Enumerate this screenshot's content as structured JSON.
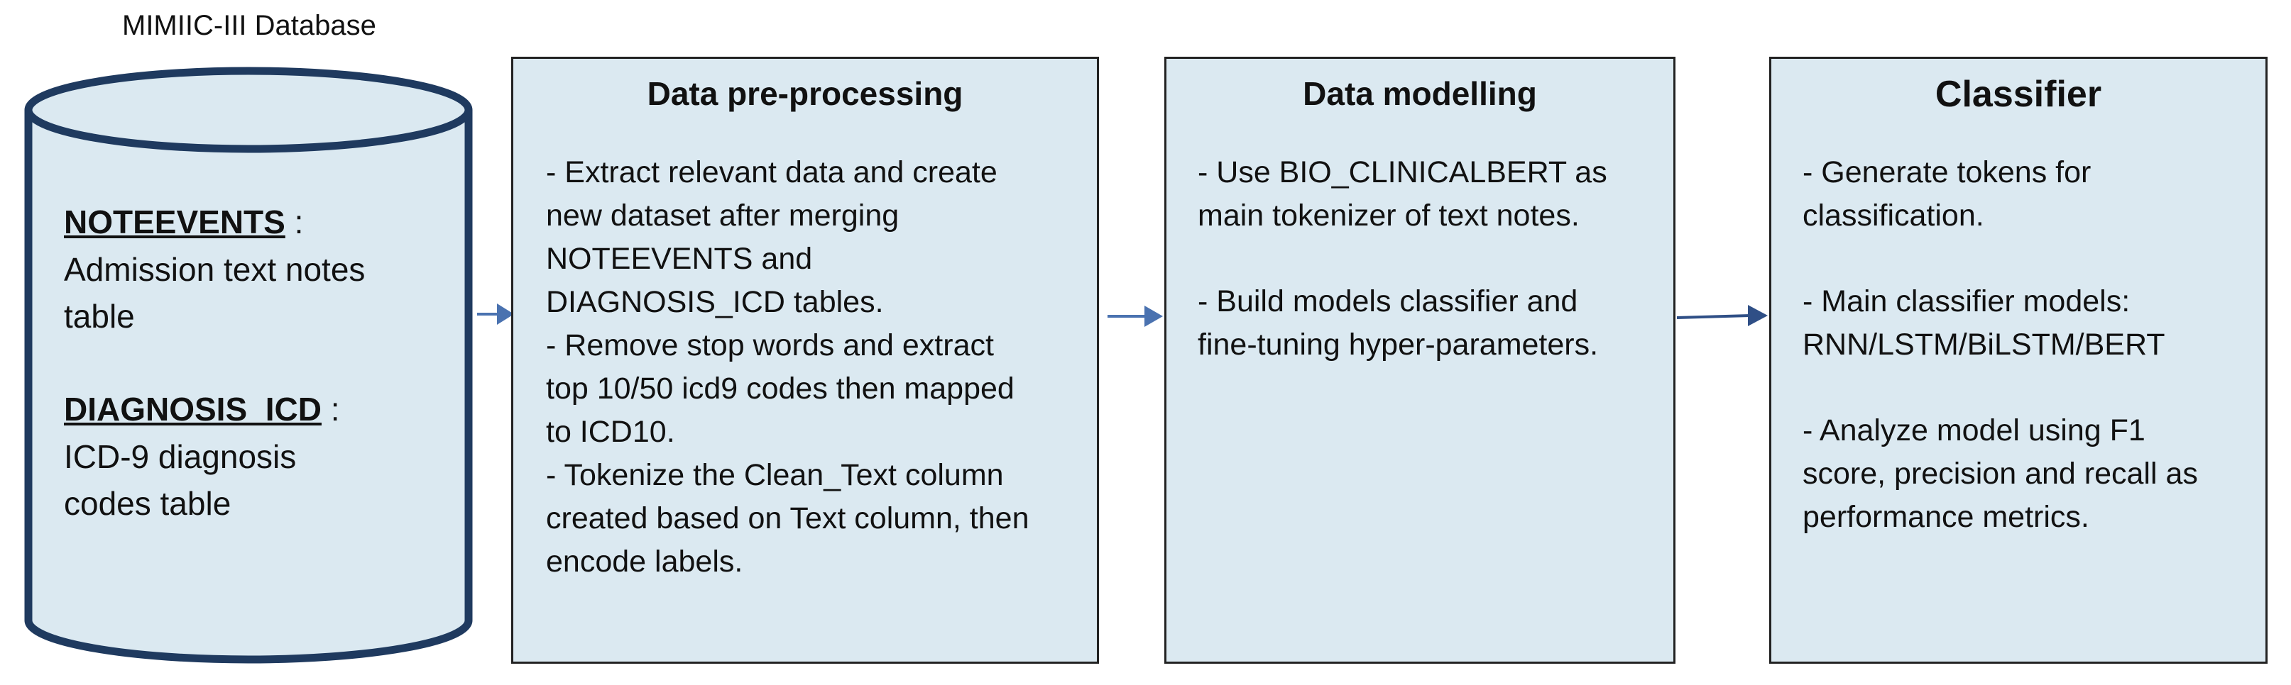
{
  "database": {
    "title": "MIMIIC-III  Database",
    "entries": [
      {
        "key": "NOTEEVENTS",
        "sep": " :",
        "desc_lines": [
          "Admission text notes",
          "table"
        ]
      },
      {
        "key": "DIAGNOSIS_ICD",
        "sep": " :",
        "desc_lines": [
          "ICD-9 diagnosis",
          "codes table"
        ]
      }
    ]
  },
  "stages": [
    {
      "title": "Data pre-processing",
      "lines": [
        "- Extract relevant data and create",
        "new dataset after merging",
        "NOTEEVENTS  and",
        "DIAGNOSIS_ICD  tables.",
        "- Remove stop words and extract",
        "top 10/50 icd9 codes then mapped",
        "to ICD10.",
        "- Tokenize the Clean_Text column",
        "created based on Text column, then",
        "encode labels."
      ]
    },
    {
      "title": "Data modelling",
      "lines": [
        "- Use BIO_CLINICALBERT as",
        "main tokenizer of text notes.",
        "",
        "- Build models classifier and",
        "fine-tuning hyper-parameters."
      ]
    },
    {
      "title": "Classifier",
      "lines": [
        "- Generate tokens for",
        "classification.",
        "",
        "- Main classifier models:",
        "RNN/LSTM/BiLSTM/BERT",
        "",
        "- Analyze model using F1",
        "score, precision and recall as",
        "performance metrics."
      ]
    }
  ],
  "colors": {
    "box_fill": "#dbe9f1",
    "outline": "#1f3a5f",
    "arrow": "#4a72b0",
    "arrow_dark": "#2f4f86"
  }
}
